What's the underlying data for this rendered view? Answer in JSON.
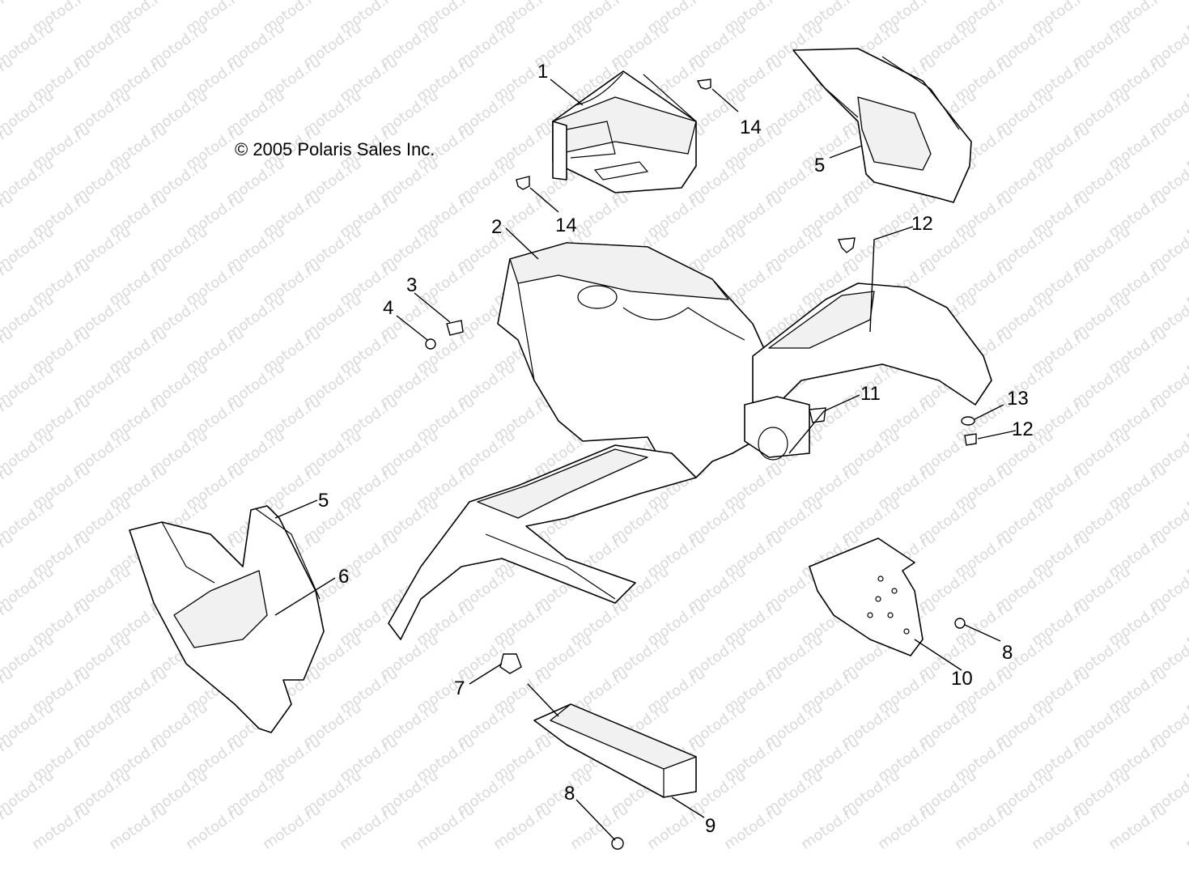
{
  "diagram": {
    "copyright": "© 2005 Polaris Sales Inc.",
    "watermark": "motod.ru",
    "callouts": [
      {
        "id": "c1",
        "text": "1"
      },
      {
        "id": "c2",
        "text": "2"
      },
      {
        "id": "c3",
        "text": "3"
      },
      {
        "id": "c4",
        "text": "4"
      },
      {
        "id": "c5a",
        "text": "5"
      },
      {
        "id": "c5b",
        "text": "5"
      },
      {
        "id": "c6",
        "text": "6"
      },
      {
        "id": "c7",
        "text": "7"
      },
      {
        "id": "c8a",
        "text": "8"
      },
      {
        "id": "c8b",
        "text": "8"
      },
      {
        "id": "c9",
        "text": "9"
      },
      {
        "id": "c10",
        "text": "10"
      },
      {
        "id": "c11",
        "text": "11"
      },
      {
        "id": "c12a",
        "text": "12"
      },
      {
        "id": "c12b",
        "text": "12"
      },
      {
        "id": "c13",
        "text": "13"
      },
      {
        "id": "c14a",
        "text": "14"
      },
      {
        "id": "c14b",
        "text": "14"
      }
    ]
  }
}
